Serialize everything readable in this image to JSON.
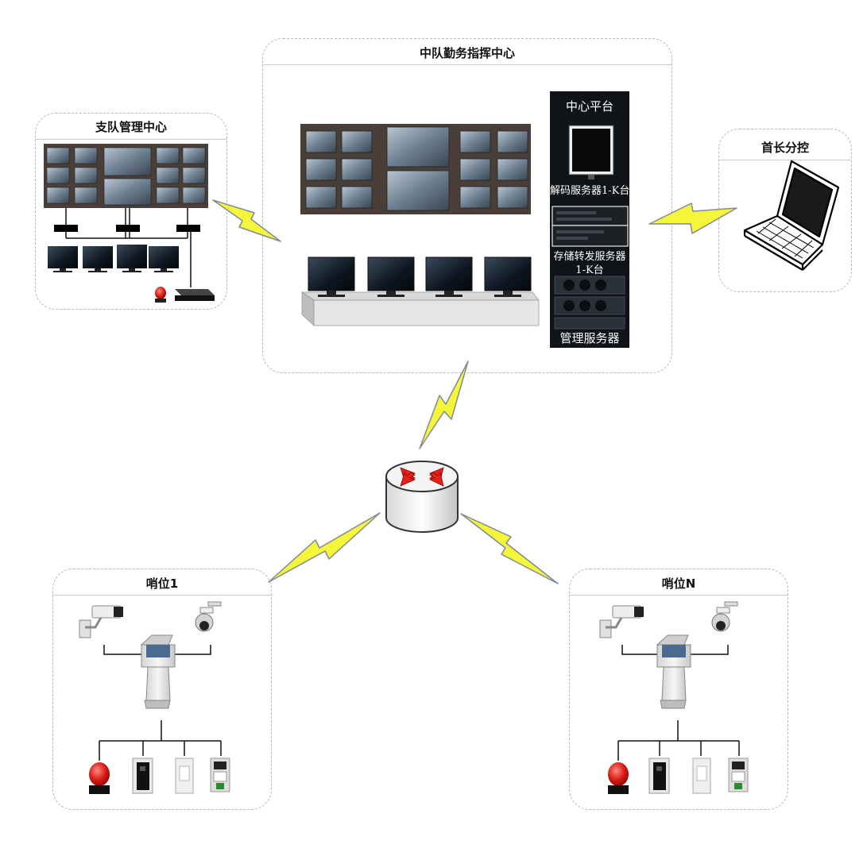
{
  "panels": {
    "brigade": {
      "title": "支队管理中心"
    },
    "squadron": {
      "title": "中队勤务指挥中心"
    },
    "chief": {
      "title": "首长分控"
    },
    "post1": {
      "title": "哨位1"
    },
    "postN": {
      "title": "哨位N"
    }
  },
  "rack": {
    "center_platform": "中心平台",
    "decode_server": "解码服务器1-K台",
    "storage_server_a": "存储转发服务器",
    "storage_server_b": "1-K台",
    "management_server": "管理服务器"
  },
  "colors": {
    "lightning_fill": "#f5f53a",
    "lightning_stroke": "#7f8a9c",
    "router_arrow": "#e8201a",
    "panel_border": "#b8b8b8"
  }
}
